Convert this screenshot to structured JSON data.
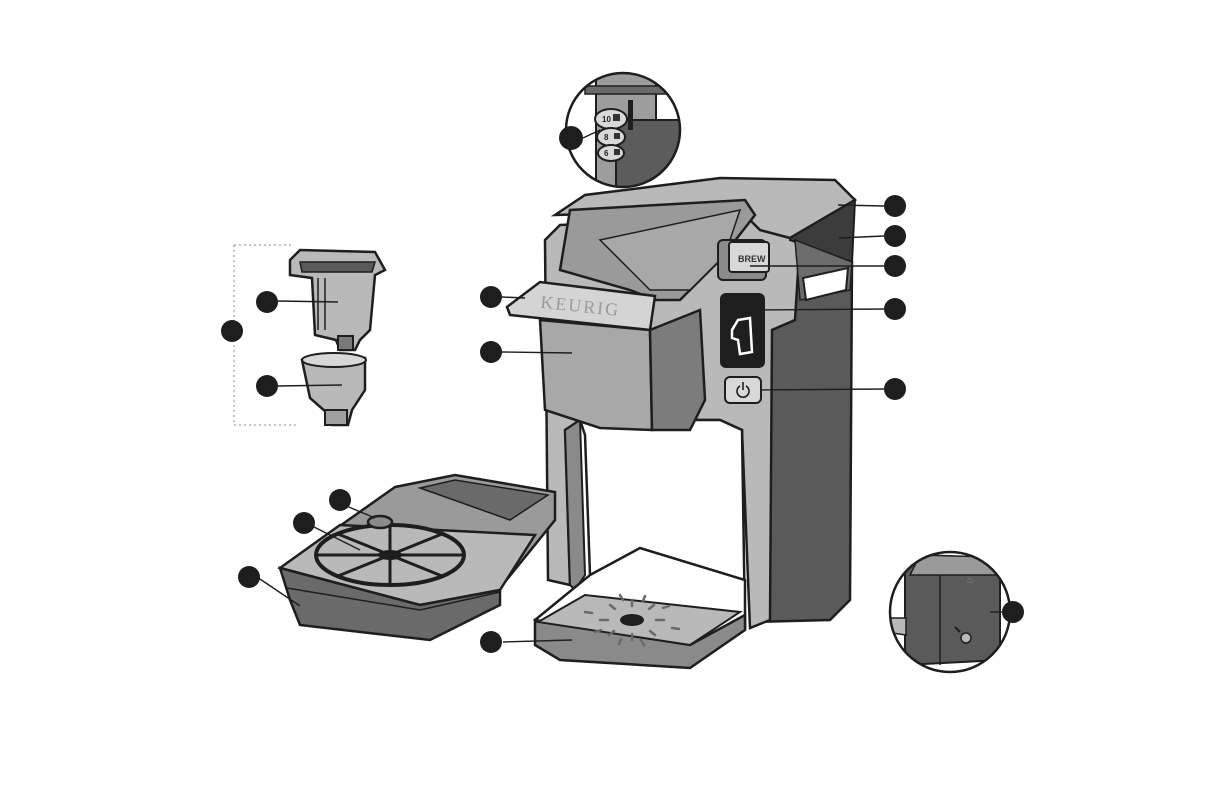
{
  "brand": {
    "logo": "KEURIG"
  },
  "controls": {
    "brew_button": "BREW",
    "power_icon": "power-icon",
    "cup_size_selector": {
      "sizes": [
        "10",
        "8",
        "6"
      ]
    }
  },
  "colors": {
    "outline": "#1e1e1e",
    "body_dark": "#5a5a5a",
    "body_mid": "#8a8a8a",
    "body_light": "#b9b9b9",
    "panel_light": "#cfcfcf",
    "callout_fill": "#1e1e1e"
  },
  "callouts_count": 16
}
